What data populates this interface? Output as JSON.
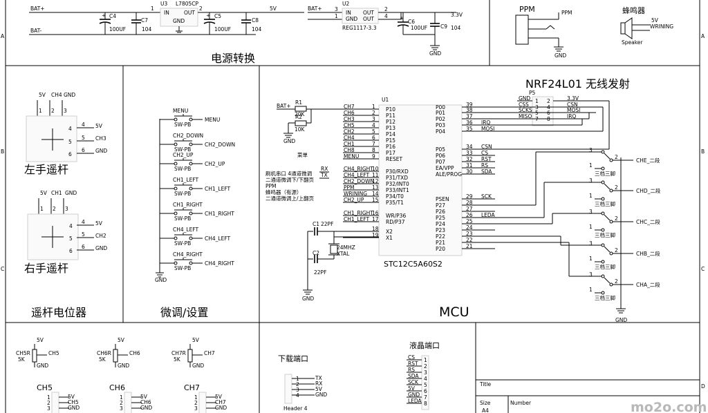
{
  "sections": {
    "power": "电源转换",
    "joystick": "遥杆电位器",
    "trim": "微调/设置",
    "mcu": "MCU",
    "rf": "NRF24L01 无线发射",
    "download": "下载端口",
    "lcd": "液晶端口",
    "ppm": "PPM",
    "buzzer": "蜂鸣器"
  },
  "power": {
    "bat_plus": "BAT+",
    "bat_minus": "BAT-",
    "u3_ref": "U3",
    "u3_name": "L7805CP",
    "u3_in": "IN",
    "u3_out": "OUT",
    "u3_gnd": "GND",
    "pin1": "1",
    "pin2": "2",
    "pin3": "3",
    "pin4": "4",
    "c4": "C4",
    "c4v": "100UF",
    "c7": "C7",
    "c7v": "104",
    "c5": "C5",
    "c5v": "100UF",
    "c8": "C8",
    "c8v": "104",
    "v5": "5V",
    "u2_ref": "U2",
    "u2_name": "REG1117-3.3",
    "u2_in": "IN",
    "u2_gnd": "GND",
    "u2_out": "OUT",
    "c6": "C6",
    "c6v": "100UF",
    "c9": "C9",
    "c9v": "104",
    "v33": "3.3V",
    "gnd": "GND",
    "plus": "+"
  },
  "ppm": {
    "label": "PPM",
    "jack": "PPM",
    "gnd": "GND"
  },
  "buzzer": {
    "label": "蜂鸣器",
    "v5": "5V",
    "net": "WRINING",
    "part": "Speaker"
  },
  "border": {
    "right_a": "A",
    "right_b": "B",
    "right_c": "C",
    "right_d": "D",
    "left_a": "A",
    "left_b": "B",
    "left_c": "C"
  },
  "joystick": {
    "left": {
      "top": [
        "5V",
        "CH4",
        "GND"
      ],
      "pins": [
        "4",
        "5",
        "6"
      ],
      "nets": [
        "5V",
        "CH3",
        "GND"
      ],
      "name": "左手遥杆",
      "pn": [
        "1",
        "2",
        "3"
      ]
    },
    "right": {
      "top": [
        "5V",
        "CH1",
        "GND"
      ],
      "pins": [
        "4",
        "5",
        "6"
      ],
      "nets": [
        "5V",
        "CH2",
        "GND"
      ],
      "name": "右手遥杆",
      "pn": [
        "1",
        "2",
        "3"
      ]
    }
  },
  "trim": {
    "part": "SW-PB",
    "gnd": "GND",
    "buttons": [
      {
        "name": "MENU",
        "net": "MENU"
      },
      {
        "name": "CH2_DOWN",
        "net": "CH2_DOWN"
      },
      {
        "name": "CH2_UP",
        "net": "CH2_UP"
      },
      {
        "name": "CH1_LEFT",
        "net": "CH1_LEFT"
      },
      {
        "name": "CH1_RIGHT",
        "net": "CH1_RIGHT"
      },
      {
        "name": "CH4_LEFT",
        "net": "CH4_LEFT"
      },
      {
        "name": "CH4_RIGHT",
        "net": "CH4_RIGHT"
      }
    ]
  },
  "mcu": {
    "ref": "U1",
    "part": "STC12C5A60S2",
    "bat": "BAT+",
    "r1": "R1",
    "r1v": "20K",
    "r2": "R2",
    "r2v": "10K",
    "gnd": "GND",
    "menu_cn": "菜单",
    "notes": [
      "刷机串口 4通道微调",
      "二通道微调下/下翻页",
      "PPM",
      "蜂鸣器（有源）",
      "二通道微调上/上翻页"
    ],
    "left_pins": [
      {
        "name": "P10",
        "num": "1",
        "net": "CH7"
      },
      {
        "name": "P11",
        "num": "2",
        "net": "CH6"
      },
      {
        "name": "P12",
        "num": "3",
        "net": "CH3"
      },
      {
        "name": "P13",
        "num": "4",
        "net": "CH5"
      },
      {
        "name": "P14",
        "num": "5",
        "net": "CH2"
      },
      {
        "name": "P15",
        "num": "6",
        "net": "CH4"
      },
      {
        "name": "P16",
        "num": "7",
        "net": "CH1"
      },
      {
        "name": "P17",
        "num": "8",
        "net": "CH8"
      },
      {
        "name": "RESET",
        "num": "9",
        "net": "MENU"
      },
      {
        "name": "P30/RXD",
        "num": "10",
        "net": "CH4_RIGHT"
      },
      {
        "name": "P31/TXD",
        "num": "11",
        "net": "CH4_LEFT"
      },
      {
        "name": "P32/INT0",
        "num": "12",
        "net": "CH2_DOWN"
      },
      {
        "name": "P33/INT1",
        "num": "13",
        "net": "PPM"
      },
      {
        "name": "P34/T0",
        "num": "14",
        "net": "WRINING"
      },
      {
        "name": "P35/T1",
        "num": "15",
        "net": "CH2_UP"
      },
      {
        "name": "WR/P36",
        "num": "16",
        "net": "CH1_RIGHT"
      },
      {
        "name": "RD/P37",
        "num": "17",
        "net": "CH1_LEFT"
      },
      {
        "name": "X2",
        "num": "18",
        "net": ""
      },
      {
        "name": "X1",
        "num": "19",
        "net": ""
      }
    ],
    "rx": "RX",
    "tx": "TX",
    "right_pins": [
      {
        "name": "P00",
        "num": "39",
        "net": ""
      },
      {
        "name": "P01",
        "num": "38",
        "net": ""
      },
      {
        "name": "P02",
        "num": "37",
        "net": ""
      },
      {
        "name": "P03",
        "num": "36",
        "net": "IRQ"
      },
      {
        "name": "P04",
        "num": "35",
        "net": "MOSI"
      },
      {
        "name": "P05",
        "num": "34",
        "net": "CSN"
      },
      {
        "name": "P06",
        "num": "33",
        "net": "CS"
      },
      {
        "name": "P07",
        "num": "32",
        "net": "RST"
      },
      {
        "name": "EA/VPP",
        "num": "31",
        "net": "RS"
      },
      {
        "name": "ALE/PROG",
        "num": "30",
        "net": "SDA"
      },
      {
        "name": "PSEN",
        "num": "29",
        "net": "SCK"
      },
      {
        "name": "P27",
        "num": "28",
        "net": ""
      },
      {
        "name": "P26",
        "num": "27",
        "net": ""
      },
      {
        "name": "P25",
        "num": "26",
        "net": "LEDA"
      },
      {
        "name": "P24",
        "num": "25",
        "net": ""
      },
      {
        "name": "P23",
        "num": "24",
        "net": ""
      },
      {
        "name": "P22",
        "num": "23",
        "net": ""
      },
      {
        "name": "P21",
        "num": "22",
        "net": ""
      },
      {
        "name": "P20",
        "num": "21",
        "net": ""
      }
    ],
    "c1": "C1",
    "c1v": "22PF",
    "c2": "C2",
    "c2v": "22PF",
    "xtal_f": "24MHZ",
    "xtal": "XTAL"
  },
  "rf": {
    "ref": "P5",
    "left": [
      {
        "n": "GND",
        "p": "1"
      },
      {
        "n": "CSS",
        "p": "3"
      },
      {
        "n": "SCKS",
        "p": "5"
      },
      {
        "n": "MISO",
        "p": "7"
      }
    ],
    "right": [
      {
        "p": "2",
        "n": "3.3V"
      },
      {
        "p": "4",
        "n": "CSN"
      },
      {
        "p": "6",
        "n": "MOSI"
      },
      {
        "p": "8",
        "n": "IRQ"
      }
    ]
  },
  "switches": {
    "part": "三档三脚",
    "pins": [
      "3",
      "2",
      "1"
    ],
    "items": [
      "CHE_二段",
      "CHD_二段",
      "CHC_二段",
      "CHB_二段",
      "CHA_二段"
    ],
    "gnd": "GND"
  },
  "pots": [
    {
      "ref": "CH5R",
      "val": "5K",
      "net": "CH5",
      "v": "5V",
      "gnd": "GND"
    },
    {
      "ref": "CH6R",
      "val": "5K",
      "net": "CH6",
      "v": "5V",
      "gnd": "GND"
    },
    {
      "ref": "CH7R",
      "val": "5K",
      "net": "CH7",
      "v": "5V",
      "gnd": "GND"
    }
  ],
  "pot_headers": [
    {
      "name": "CH5",
      "nets": [
        "5V",
        "CH5",
        "GND"
      ],
      "pins": [
        "1",
        "2",
        "3"
      ]
    },
    {
      "name": "CH6",
      "nets": [
        "5V",
        "CH6",
        "GND"
      ],
      "pins": [
        "1",
        "2",
        "3"
      ]
    },
    {
      "name": "CH7",
      "nets": [
        "5V",
        "CH7",
        "GND"
      ],
      "pins": [
        "1",
        "2",
        "3"
      ]
    }
  ],
  "download": {
    "nets": [
      "TX",
      "RX",
      "5V",
      "GND"
    ],
    "pins": [
      "1",
      "2",
      "3",
      "4"
    ],
    "part": "Header 4"
  },
  "lcd": {
    "nets": [
      "CS",
      "RST",
      "RS",
      "SDA",
      "SCK",
      "5V",
      "GND",
      "LEDA"
    ],
    "pins": [
      "1",
      "2",
      "3",
      "4",
      "5",
      "6",
      "7",
      "8"
    ]
  },
  "titleblock": {
    "title": "Title",
    "size": "Size",
    "size_val": "A4",
    "number": "Number"
  },
  "watermark": "mo2o.com"
}
